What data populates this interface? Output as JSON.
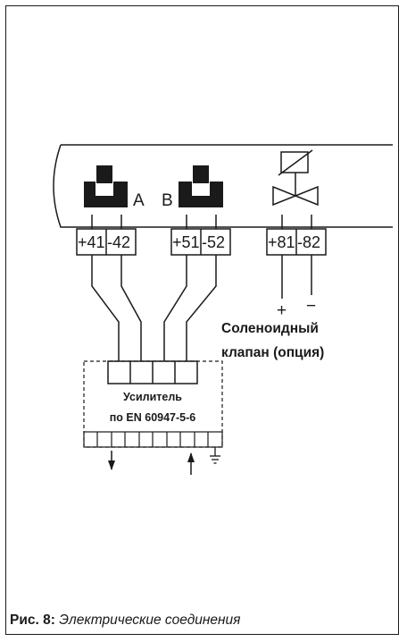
{
  "diagram": {
    "sensor_a_label": "A",
    "sensor_b_label": "B",
    "terminals": [
      "+41",
      "-42",
      "+51",
      "-52",
      "+81",
      "-82"
    ],
    "solenoid": {
      "plus_sign": "+",
      "minus_sign": "−",
      "label_line1": "Соленоидный",
      "label_line2": "клапан (опция)"
    },
    "amplifier": {
      "label_line1": "Усилитель",
      "label_line2": "по EN 60947-5-6"
    }
  },
  "caption": {
    "figure": "Рис. 8:",
    "text": "Электрические соединения"
  }
}
